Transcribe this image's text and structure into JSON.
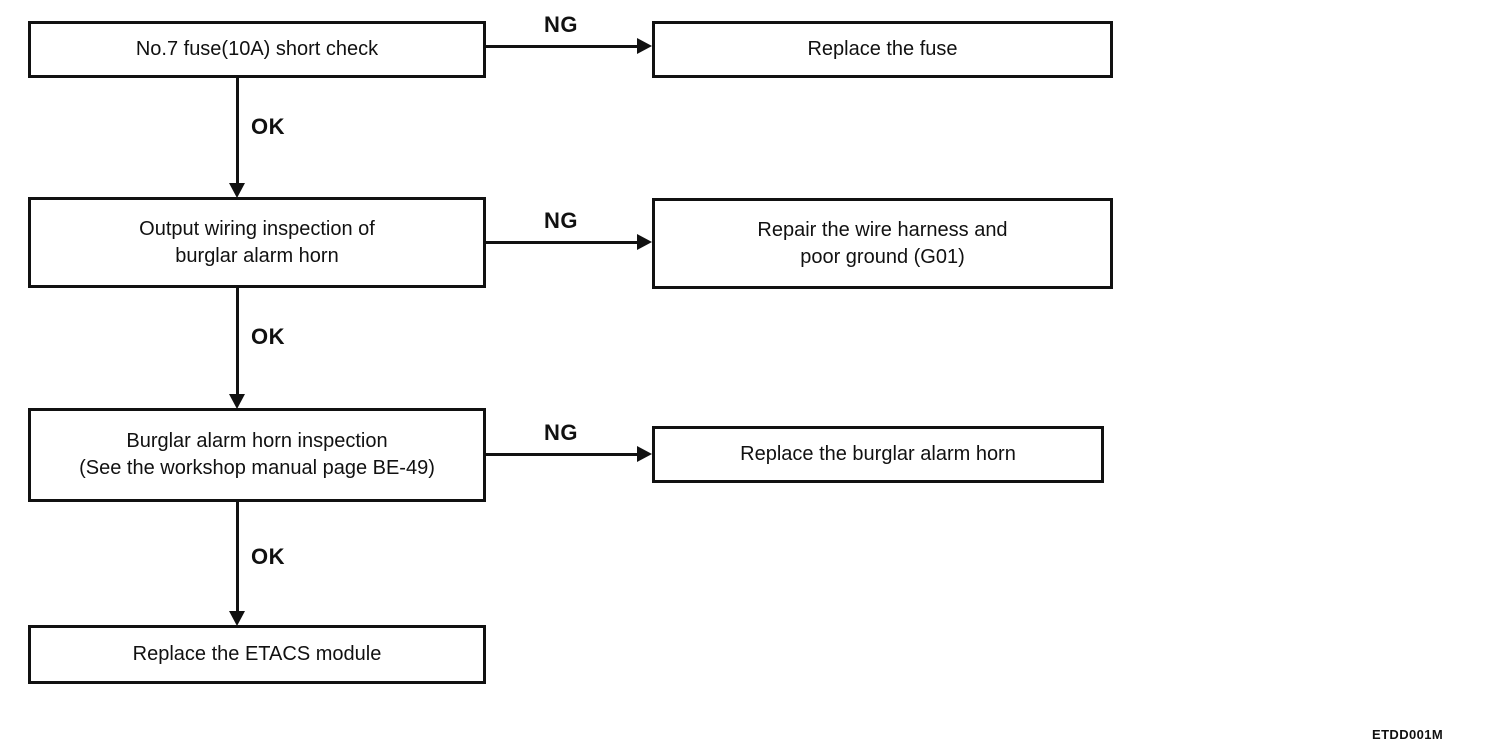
{
  "flow": {
    "rows": [
      {
        "step": "No.7 fuse(10A) short check",
        "branch_label": "NG",
        "action": "Replace the fuse",
        "pass_label": "OK"
      },
      {
        "step": "Output wiring inspection of\nburglar alarm horn",
        "branch_label": "NG",
        "action": "Repair the wire harness and\npoor ground (G01)",
        "pass_label": "OK"
      },
      {
        "step": "Burglar alarm horn inspection\n(See the workshop manual page BE-49)",
        "branch_label": "NG",
        "action": "Replace the burglar alarm horn",
        "pass_label": "OK"
      },
      {
        "step": "Replace the ETACS module"
      }
    ],
    "figure_code": "ETDD001M",
    "colors": {
      "line": "#111111",
      "background": "#ffffff",
      "text": "#111111"
    }
  }
}
